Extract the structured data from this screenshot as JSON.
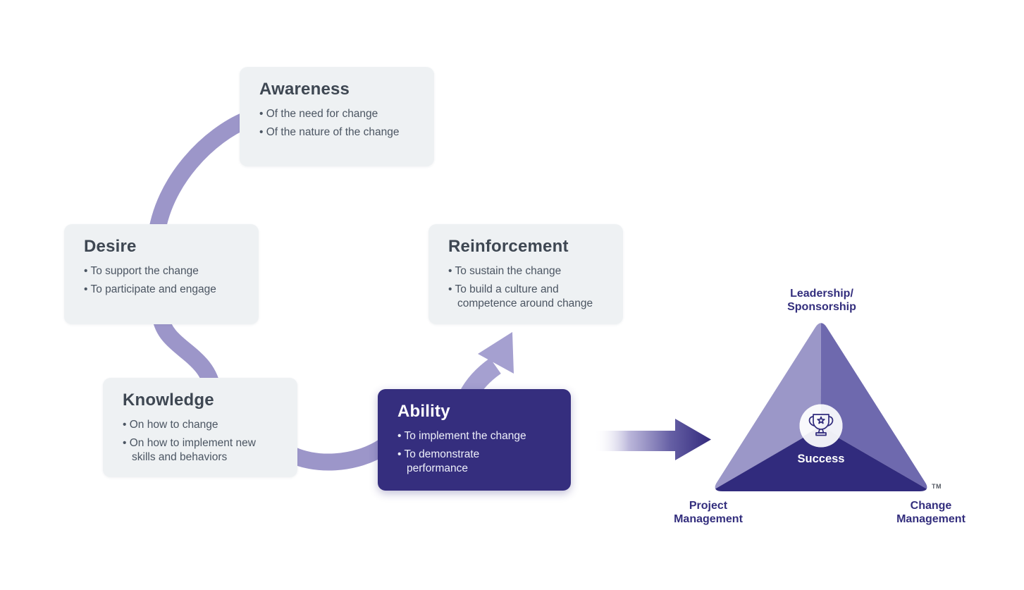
{
  "colors": {
    "background": "#ffffff",
    "card_background": "#eef1f3",
    "card_title_text": "#3e4752",
    "card_body_text": "#4b5562",
    "accent_dark_purple": "#352e7e",
    "connector_light_purple": "#9c96c9",
    "arrow_light_purple": "#a5a0d0",
    "gradient_arrow_dark": "#332a7c",
    "triangle_left_face": "#9b97c8",
    "triangle_right_face": "#6e69ae",
    "triangle_bottom_face": "#312b7d",
    "triangle_label_text": "#332e7d",
    "success_text": "#ffffff"
  },
  "adkar": {
    "cards": [
      {
        "title": "Awareness",
        "bullets": [
          "Of the need for change",
          "Of the nature of the change"
        ]
      },
      {
        "title": "Desire",
        "bullets": [
          "To support the change",
          "To participate and engage"
        ]
      },
      {
        "title": "Knowledge",
        "bullets": [
          "On how to change",
          "On how to implement new skills and behaviors"
        ]
      },
      {
        "title": "Ability",
        "bullets": [
          "To implement the change",
          "To demonstrate performance"
        ]
      },
      {
        "title": "Reinforcement",
        "bullets": [
          "To sustain the change",
          "To build a culture and competence around change"
        ]
      }
    ]
  },
  "pct_triangle": {
    "apex_label": "Leadership/\nSponsorship",
    "bottom_left_label": "Project\nManagement",
    "bottom_right_label": "Change\nManagement",
    "center_label": "Success",
    "center_icon": "trophy-icon",
    "trademark": "TM"
  }
}
